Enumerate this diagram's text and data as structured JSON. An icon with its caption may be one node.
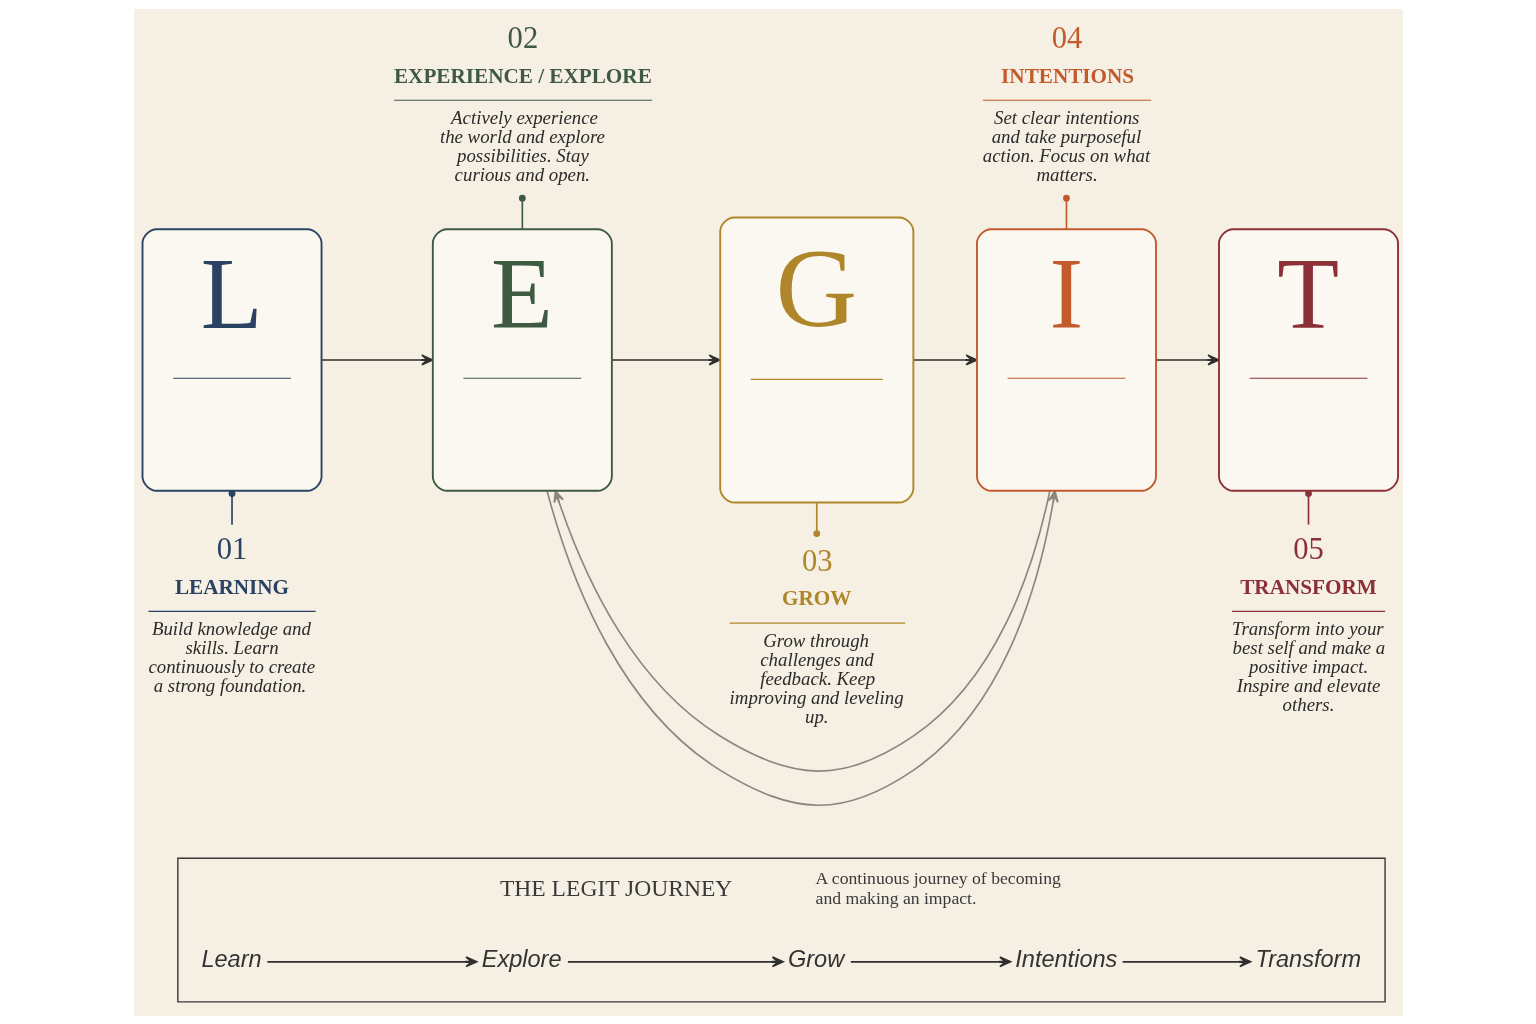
{
  "diagram": {
    "nodes": [
      {
        "text": [
          "L"
        ]
      },
      {
        "text": [
          "E"
        ]
      },
      {
        "text": [
          "G"
        ]
      },
      {
        "text": [
          "I"
        ]
      },
      {
        "text": [
          "T"
        ]
      },
      {
        "text": [
          "01",
          "LEARNING",
          "Build knowledge and skills. Learn continuously to create a strong foundation."
        ]
      },
      {
        "text": [
          "02",
          "EXPERIENCE / EXPLORE",
          "Actively experience the world and explore possibilities. Stay curious and open."
        ]
      },
      {
        "text": [
          "03",
          "GROW",
          "Grow through challenges and feedback. Keep improving and leveling up."
        ]
      },
      {
        "text": [
          "04",
          "INTENTIONS",
          "Set clear intentions and take purposeful action. Focus on what matters."
        ]
      },
      {
        "text": [
          "05",
          "TRANSFORM",
          "Transform into your best self and make a positive impact. Inspire and elevate others."
        ]
      },
      {
        "text": [
          "THE LEGIT JOURNEY",
          "A continuous journey of becoming and making an impact."
        ]
      },
      {
        "text": [
          "Learn"
        ],
        "in": 10
      },
      {
        "text": [
          "Explore"
        ],
        "in": 10
      },
      {
        "text": [
          "Grow"
        ],
        "in": 10
      },
      {
        "text": [
          "Intentions"
        ],
        "in": 10
      },
      {
        "text": [
          "Transform"
        ],
        "in": 10
      }
    ],
    "edges": [
      {
        "from": 0,
        "to": 1,
        "arrow": "to"
      },
      {
        "from": 1,
        "to": 2,
        "arrow": "to"
      },
      {
        "from": 2,
        "to": 3,
        "arrow": "to"
      },
      {
        "from": 3,
        "to": 4,
        "arrow": "to"
      },
      {
        "from": 1,
        "to": 3,
        "arrow": "to",
        "color": "#8c8680"
      },
      {
        "from": 3,
        "to": 1,
        "arrow": "to",
        "color": "#8c8680"
      },
      {
        "from": 0,
        "to": 5,
        "arrow": "other",
        "color": "#2b4363"
      },
      {
        "from": 6,
        "to": 1,
        "arrow": "other",
        "color": "#3f5a43"
      },
      {
        "from": 2,
        "to": 7,
        "arrow": "other",
        "color": "#b0862a"
      },
      {
        "from": 8,
        "to": 3,
        "arrow": "other",
        "color": "#c25a2c"
      },
      {
        "from": 4,
        "to": 9,
        "arrow": "other",
        "color": "#8c2f36"
      },
      {
        "from": 11,
        "to": 12,
        "arrow": "to"
      },
      {
        "from": 12,
        "to": 13,
        "arrow": "to"
      },
      {
        "from": 13,
        "to": 14,
        "arrow": "to"
      },
      {
        "from": 14,
        "to": 15,
        "arrow": "to"
      }
    ]
  }
}
